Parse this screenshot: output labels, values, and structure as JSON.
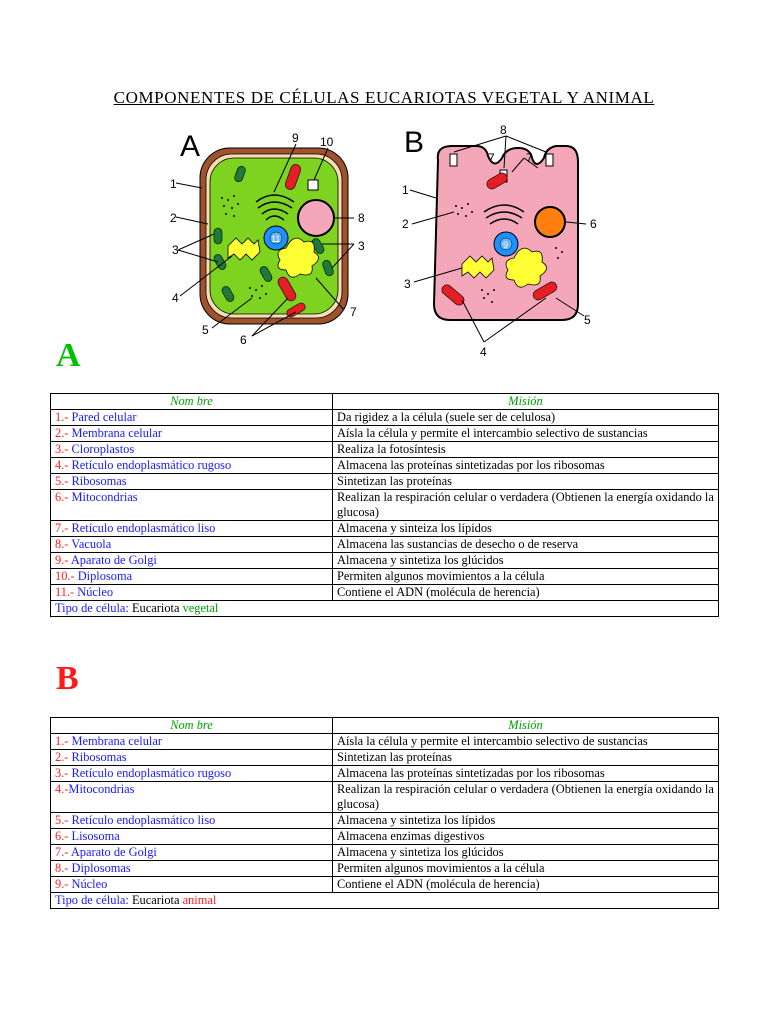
{
  "title": "COMPONENTES DE CÉLULAS EUCARIOTAS VEGETAL Y ANIMAL",
  "figure": {
    "letterA": "A",
    "letterB": "B",
    "labelsA": [
      "1",
      "2",
      "3",
      "3",
      "4",
      "5",
      "6",
      "7",
      "8",
      "9",
      "10",
      "11"
    ],
    "labelsB": [
      "1",
      "2",
      "3",
      "4",
      "5",
      "6",
      "7",
      "7",
      "8",
      "9"
    ]
  },
  "sectionA": "A",
  "sectionB": "B",
  "headers": {
    "name": "Nom bre",
    "mission": "Misión"
  },
  "tableA": {
    "rows": [
      {
        "num": "1.-",
        "name": " Pared celular",
        "mission": "Da rigidez a la célula (suele ser de celulosa)"
      },
      {
        "num": "2.-",
        "name": " Membrana celular",
        "mission": "Aísla la célula y permite el intercambio selectivo de sustancias"
      },
      {
        "num": "3.-",
        "name": " Cloroplastos",
        "mission": "Realiza la fotosíntesis"
      },
      {
        "num": "4.-",
        "name": " Retículo endoplasmático rugoso",
        "mission": "Almacena las proteínas sintetizadas por los ribosomas"
      },
      {
        "num": "5.-",
        "name": " Ribosomas",
        "mission": "Sintetizan las proteínas"
      },
      {
        "num": "6.-",
        "name": " Mitocondrias",
        "mission": "Realizan la respiración celular o verdadera (Obtienen la energía oxidando la glucosa)"
      },
      {
        "num": "7.-",
        "name": " Retículo endoplasmático liso",
        "mission": "Almacena y sinteiza los lípidos"
      },
      {
        "num": "8.-",
        "name": " Vacuola",
        "mission": "Almacena las sustancias de desecho o de reserva"
      },
      {
        "num": "9.-",
        "name": " Aparato de Golgi",
        "mission": "Almacena y sintetiza los glúcidos"
      },
      {
        "num": "10.-",
        "name": " Diplosoma",
        "mission": "Permiten algunos movimientos a la célula"
      },
      {
        "num": "11.-",
        "name": " Núcleo",
        "mission": "Contiene el ADN (molécula de herencia)"
      }
    ],
    "type_label": "Tipo de célula:",
    "type_value": " Eucariota ",
    "type_kind": "vegetal"
  },
  "tableB": {
    "rows": [
      {
        "num": "1.-",
        "name": " Membrana celular",
        "mission": "Aísla la célula y permite el intercambio selectivo de sustancias"
      },
      {
        "num": "2.-",
        "name": " Ribosomas",
        "mission": "Sintetizan las proteínas"
      },
      {
        "num": "3.-",
        "name": " Retículo endoplasmático rugoso",
        "mission": "Almacena las proteínas sintetizadas por los ribosomas"
      },
      {
        "num": "4.-",
        "name": "Mitocondrias",
        "mission": "Realizan la respiración celular o verdadera (Obtienen la energía oxidando la glucosa)"
      },
      {
        "num": "5.-",
        "name": " Retículo endoplasmático liso",
        "mission": "Almacena y sintetiza los lípidos"
      },
      {
        "num": "6.-",
        "name": " Lisosoma",
        "mission": "Almacena enzimas digestivos"
      },
      {
        "num": "7.-",
        "name": " Aparato de Golgi",
        "mission": "Almacena y sintetiza los glúcidos"
      },
      {
        "num": "8.-",
        "name": " Diplosomas",
        "mission": "Permiten algunos movimientos a la célula"
      },
      {
        "num": "9.-",
        "name": " Núcleo",
        "mission": "Contiene el ADN (molécula de herencia)"
      }
    ],
    "type_label": "Tipo de célula:",
    "type_value": " Eucariota ",
    "type_kind": "animal"
  },
  "colors": {
    "plant_wall": "#a0522d",
    "plant_cytoplasm": "#7ed321",
    "animal_cytoplasm": "#f4a7b9",
    "golgi_yellow": "#ffff33",
    "mito_red": "#e31e24",
    "nucleus_blue": "#1e90ff",
    "lysosome_orange": "#ff7f11"
  }
}
